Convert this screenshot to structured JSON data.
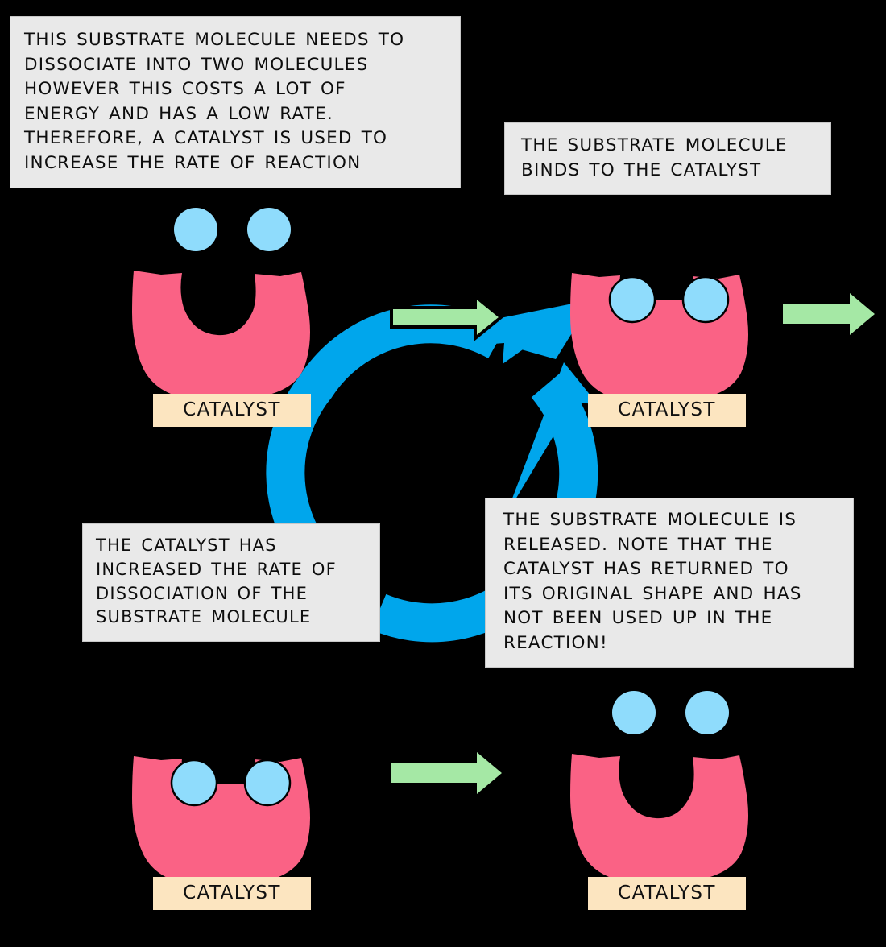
{
  "diagram": {
    "title": "Catalyst cycle diagram",
    "background_color": "#000000"
  },
  "callouts": {
    "intro": "THIS SUBSTRATE MOLECULE NEEDS TO\nDISSOCIATE INTO TWO MOLECULES\nHOWEVER THIS COSTS A LOT OF\nENERGY AND HAS A LOW RATE.\nTHEREFORE, A CATALYST IS USED TO\nINCREASE THE RATE OF REACTION",
    "binds": "THE SUBSTRATE MOLECULE\nBINDS TO THE CATALYST",
    "released": "THE SUBSTRATE MOLECULE IS\nRELEASED. NOTE THAT THE\nCATALYST HAS RETURNED TO\nITS ORIGINAL SHAPE AND HAS\nNOT BEEN USED UP IN THE\nREACTION!",
    "increased": "THE CATALYST HAS\nINCREASED THE RATE OF\nDISSOCIATION OF THE\nSUBSTRATE MOLECULE"
  },
  "labels": {
    "catalyst_top_left": "CATALYST",
    "catalyst_top_right": "CATALYST",
    "catalyst_bottom_left": "CATALYST",
    "catalyst_bottom_right": "CATALYST"
  },
  "stages": [
    {
      "id": "stage-1-unbound-substrate",
      "position": "top-left",
      "catalyst_shape": "open-bowl-with-two-notches",
      "substrate_state": "free-above-catalyst",
      "molecule_count": 2
    },
    {
      "id": "stage-2-substrate-bound",
      "position": "top-right",
      "catalyst_shape": "bowl-with-molecules-seated-in-notches",
      "substrate_state": "bound-in-active-site",
      "molecule_count": 2
    },
    {
      "id": "stage-3-dissociated-bound",
      "position": "bottom-left",
      "catalyst_shape": "bowl-with-molecules-seated-in-notches",
      "substrate_state": "dissociated-still-bound",
      "molecule_count": 2
    },
    {
      "id": "stage-4-products-released",
      "position": "bottom-right",
      "catalyst_shape": "open-bowl-with-two-notches",
      "substrate_state": "released-above-catalyst",
      "molecule_count": 2
    }
  ],
  "arrows": {
    "green_top": "arrow-right-icon",
    "green_top_right_edge": "arrow-right-icon",
    "green_bottom": "arrow-right-icon",
    "blue_cycle": "circular-cycle-arrow-icon"
  },
  "colors": {
    "catalyst_pink": "#fa6285",
    "substrate_blue": "#8fdcfc",
    "cycle_blue": "#00a6ec",
    "arrow_green": "#a5e8a5",
    "label_cream": "#fce5c0",
    "callout_grey": "#e9e9e9",
    "outline_black": "#000000"
  }
}
